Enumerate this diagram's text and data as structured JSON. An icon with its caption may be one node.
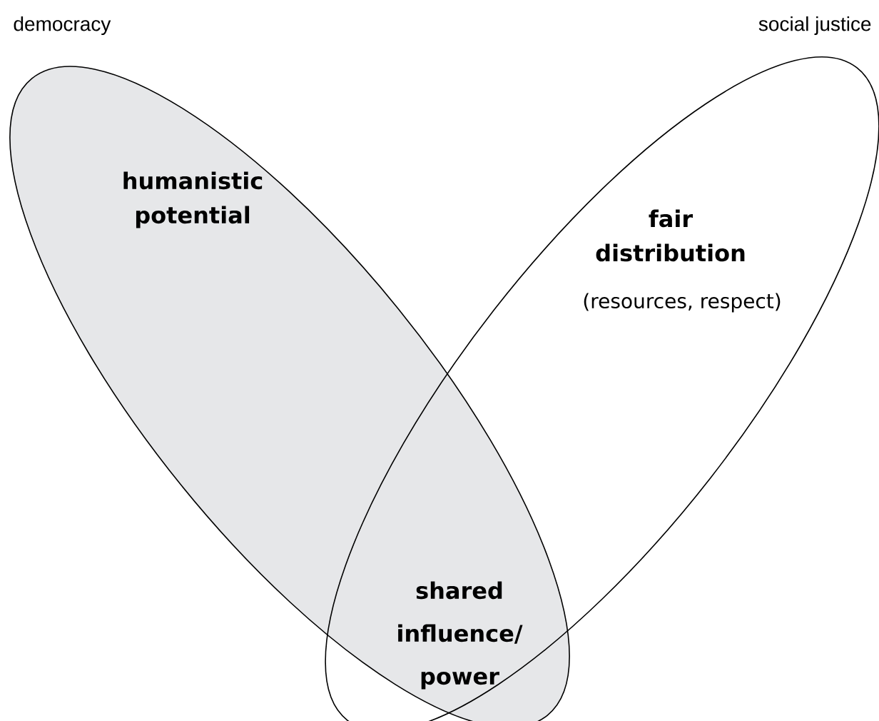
{
  "diagram": {
    "nodes": [
      {
        "text": [
          "democracy",
          "humanistic potential"
        ]
      },
      {
        "text": [
          "social justice",
          "fair distribution",
          "(resources, respect)"
        ]
      }
    ],
    "labels": [
      "shared influence/ power"
    ]
  }
}
